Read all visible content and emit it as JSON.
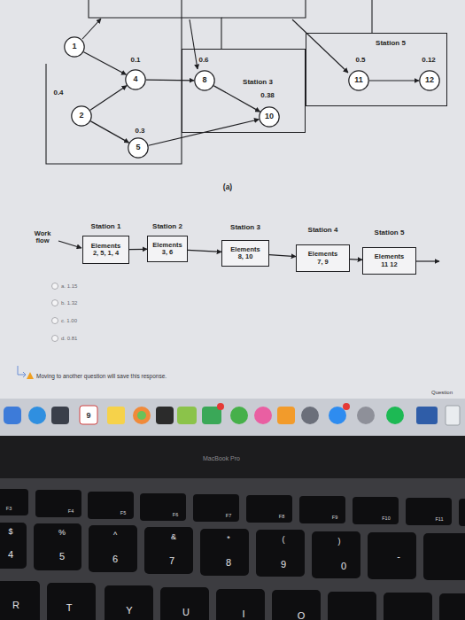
{
  "diagram": {
    "nodes": [
      {
        "text": [
          "1"
        ]
      },
      {
        "text": [
          "Station 3"
        ]
      },
      {
        "text": [
          "4"
        ]
      },
      {
        "text": [
          "8"
        ],
        "in": 1
      },
      {
        "text": [
          "Station 5"
        ]
      },
      {
        "text": [
          "11"
        ],
        "in": 4
      },
      {
        "text": [
          "12"
        ],
        "in": 4
      },
      {
        "text": [
          "2"
        ]
      },
      {
        "text": [
          "10"
        ],
        "in": 1
      },
      {
        "text": [
          "5"
        ]
      },
      {
        "text": [
          "Station 1",
          "Elements 2, 5, 1, 4"
        ]
      },
      {
        "text": [
          "Station 2",
          "Elements 3, 6"
        ]
      },
      {
        "text": [
          "Station 3",
          "Elements 8, 10"
        ]
      },
      {
        "text": [
          "Station 4",
          "Elements 7, 9"
        ]
      },
      {
        "text": [
          "Station 5",
          "Elements 11 12"
        ]
      }
    ],
    "edges": [
      {
        "from": 0,
        "to": 2,
        "arrow": "to"
      },
      {
        "from": 7,
        "to": 2,
        "arrow": "to"
      },
      {
        "from": 7,
        "to": 9,
        "arrow": "to"
      },
      {
        "from": 2,
        "to": 3,
        "arrow": "to"
      },
      {
        "from": 3,
        "to": 8,
        "arrow": "to"
      },
      {
        "from": 9,
        "to": 8,
        "arrow": "to"
      },
      {
        "from": 5,
        "to": 6,
        "arrow": "to"
      },
      {
        "from": 10,
        "to": 11,
        "arrow": "to"
      },
      {
        "from": 11,
        "to": 12,
        "arrow": "to"
      },
      {
        "from": 12,
        "to": 13,
        "arrow": "to"
      },
      {
        "from": 13,
        "to": 14,
        "arrow": "to"
      }
    ],
    "labels": [
      "0.1",
      "0.6",
      "0.4",
      "0.38",
      "0.3",
      "0.5",
      "0.12",
      "(a)",
      "Work flow",
      "a. 1.15",
      "b. 1.32",
      "c. 1.00",
      "d. 0.81",
      "Moving to another question will save this response.",
      "Question",
      "9",
      "MacBook Pro",
      "F3",
      "F4",
      "F5",
      "F6",
      "F7",
      "F8",
      "F9",
      "F10",
      "F11",
      "$",
      "4",
      "%",
      "5",
      "^",
      "6",
      "&",
      "7",
      "*",
      "8",
      "(",
      "9",
      ")",
      "0",
      "-",
      "R",
      "T",
      "Y",
      "U",
      "I",
      "O"
    ]
  }
}
